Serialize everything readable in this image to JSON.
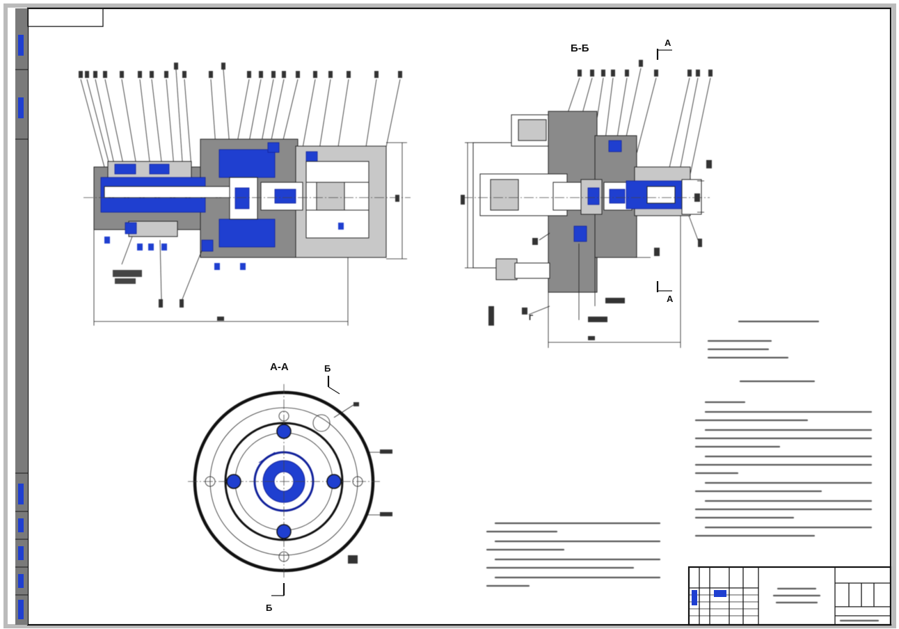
{
  "views": {
    "section_bb": {
      "label": "Б-Б"
    },
    "section_aa": {
      "label": "А-А"
    }
  },
  "cutting_planes": {
    "a_top": "А",
    "a_bottom": "А",
    "b_top": "Б",
    "b_bottom": "Б"
  },
  "dimension_label": "Г",
  "colors": {
    "sheet_border": "#111111",
    "left_strip": "#6e6e6e",
    "part_fill_blue": "#1f3fd0",
    "section_fill_gray": "#8a8a8a"
  }
}
